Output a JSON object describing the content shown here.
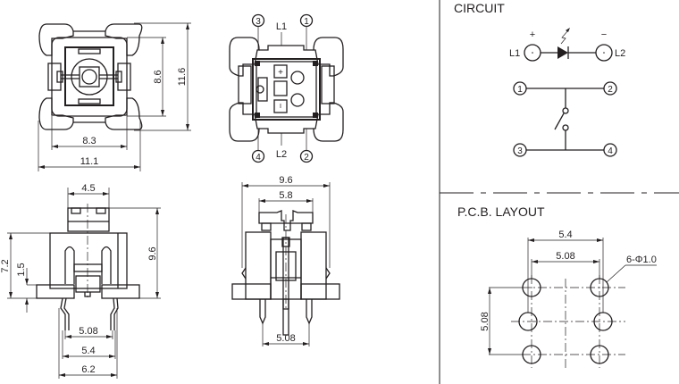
{
  "sections": {
    "circuit_title": "CIRCUIT",
    "pcb_title": "P.C.B. LAYOUT"
  },
  "top_view": {
    "dim_width_inner": "8.3",
    "dim_width_outer": "11.1",
    "dim_height_inner": "8.6",
    "dim_height_outer": "11.6"
  },
  "bottom_view": {
    "pins": [
      "3",
      "1",
      "4",
      "2"
    ],
    "led_top_label": "L1",
    "led_bottom_label": "L2",
    "plus_mark": "+",
    "minus_mark": "-"
  },
  "front_view": {
    "dim_top_width": "4.5",
    "dim_height": "9.6",
    "dim_body_height": "7.2",
    "dim_standoff": "1.5",
    "dim_pitch": "5.08",
    "dim_pin_span": "5.4",
    "dim_base": "6.2"
  },
  "side_view": {
    "dim_width": "9.6",
    "dim_top_width": "5.8",
    "dim_pitch": "5.08"
  },
  "circuit": {
    "plus": "+",
    "minus": "−",
    "led_anode": "L1",
    "led_cathode": "L2",
    "terminals": [
      "1",
      "2",
      "3",
      "4"
    ]
  },
  "pcb": {
    "dim_outer": "5.4",
    "dim_inner": "5.08",
    "dim_vertical": "5.08",
    "hole_note": "6-Φ1.0"
  }
}
